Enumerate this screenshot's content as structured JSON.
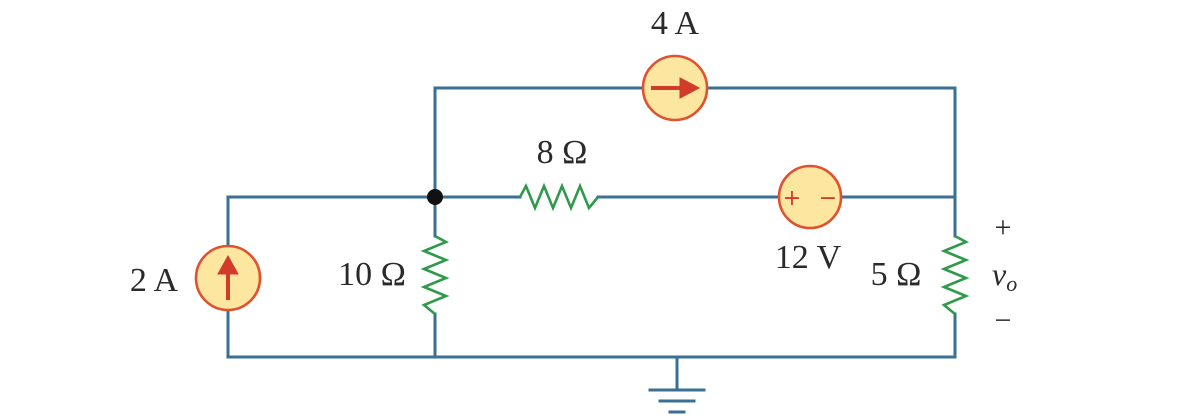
{
  "components": {
    "current_source_2a": {
      "label": "2 A"
    },
    "current_source_4a": {
      "label": "4 A"
    },
    "resistor_8": {
      "label": "8 Ω"
    },
    "resistor_10": {
      "label": "10 Ω"
    },
    "resistor_5": {
      "label": "5 Ω"
    },
    "voltage_source_12v": {
      "label": "12 V",
      "plus": "+",
      "minus": "−"
    }
  },
  "output": {
    "symbol": "v",
    "subscript": "o",
    "plus": "+",
    "minus": "−"
  },
  "colors": {
    "wire": "#3a6f96",
    "resistor": "#2e9a4a",
    "source_fill": "#fde6a0",
    "source_stroke": "#e0522e",
    "arrow": "#d23a2a"
  }
}
